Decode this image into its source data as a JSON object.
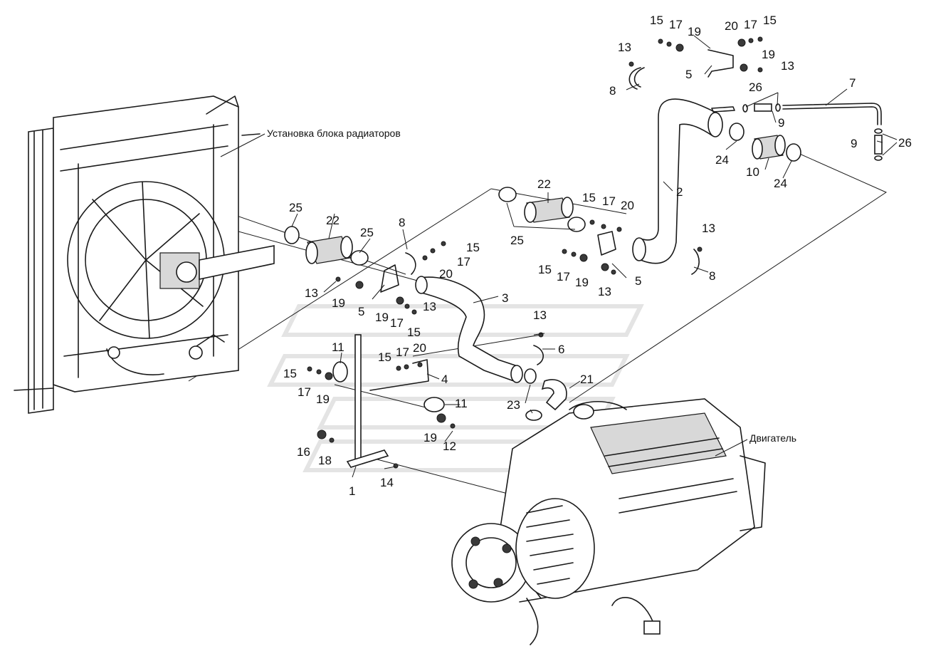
{
  "captions": {
    "radiator_unit": "Установка блока радиаторов",
    "engine": "Двигатель"
  },
  "callouts": {
    "c1": "1",
    "c2": "2",
    "c3": "3",
    "c4": "4",
    "c5a": "5",
    "c5b": "5",
    "c5c": "5",
    "c6": "6",
    "c7": "7",
    "c8a": "8",
    "c8b": "8",
    "c8c": "8",
    "c9a": "9",
    "c9b": "9",
    "c10": "10",
    "c11a": "11",
    "c11b": "11",
    "c12": "12",
    "c13a": "13",
    "c13b": "13",
    "c13c": "13",
    "c13d": "13",
    "c13e": "13",
    "c13f": "13",
    "c13g": "13",
    "c14": "14",
    "c15a": "15",
    "c15b": "15",
    "c15c": "15",
    "c15d": "15",
    "c15e": "15",
    "c15f": "15",
    "c15g": "15",
    "c16": "16",
    "c17a": "17",
    "c17b": "17",
    "c17c": "17",
    "c17d": "17",
    "c17e": "17",
    "c17f": "17",
    "c17g": "17",
    "c18": "18",
    "c19a": "19",
    "c19b": "19",
    "c19c": "19",
    "c19d": "19",
    "c19e": "19",
    "c19f": "19",
    "c19g": "19",
    "c20a": "20",
    "c20b": "20",
    "c20c": "20",
    "c20d": "20",
    "c21": "21",
    "c22a": "22",
    "c22b": "22",
    "c23": "23",
    "c24a": "24",
    "c24b": "24",
    "c25a": "25",
    "c25b": "25",
    "c25c": "25",
    "c26a": "26",
    "c26b": "26"
  }
}
